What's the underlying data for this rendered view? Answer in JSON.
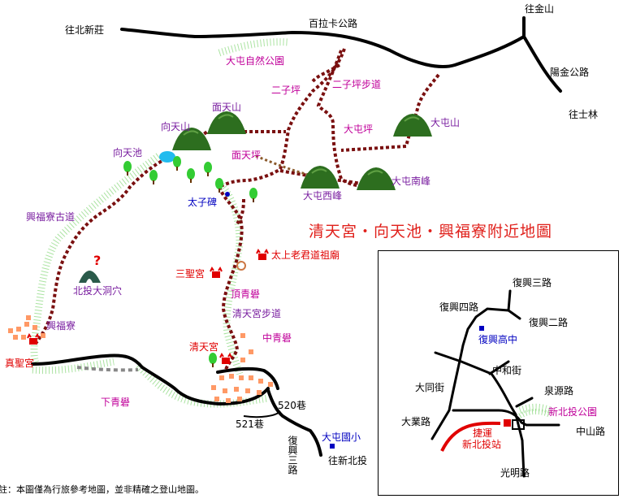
{
  "title": "清天宮・向天池・興福寮附近地圖",
  "note": "註：本圖僅為行旅參考地圖，並非精確之登山地圖。",
  "labels": {
    "to_beixinzhuang": "往北新莊",
    "bailaka": "百拉卡公路",
    "to_jinshan": "往金山",
    "yangjin": "陽金公路",
    "to_shilin": "往士林",
    "datun_park": "大屯自然公園",
    "erziping": "二子坪",
    "erziping_trail": "二子坪步道",
    "miantianshan": "面天山",
    "xiangtianshan": "向天山",
    "datunping": "大屯坪",
    "datunshan": "大屯山",
    "xiangtianchi": "向天池",
    "miantianping": "面天坪",
    "datun_south": "大屯南峰",
    "datun_west": "大屯西峰",
    "taizibei": "太子碑",
    "xingfuliao_trail": "興福寮古道",
    "taishang": "太上老君道祖廟",
    "sanshenggong": "三聖宮",
    "dinqingcuo": "頂青礐",
    "beitou_cave": "北投大洞穴",
    "qingtiangong_trail": "清天宮步道",
    "xingfuliao": "興福寮",
    "zhongqingcuo": "中青礐",
    "zhenshenggong": "真聖宮",
    "qingtiangong": "清天宮",
    "xiaqingcuo": "下青礐",
    "lane520": "520巷",
    "lane521": "521巷",
    "fuxing3": "復興三路",
    "datun_school": "大屯國小",
    "to_xinbeitou": "往新北投",
    "cave_q": "?"
  },
  "inset": {
    "fuxing3": "復興三路",
    "fuxing4": "復興四路",
    "fuxing2": "復興二路",
    "fuxing_high": "復興高中",
    "zhonghe": "中和街",
    "datong": "大同街",
    "quanyuan": "泉源路",
    "xinbeitou_park": "新北投公園",
    "daye": "大業路",
    "mrt": "捷運",
    "mrt_station": "新北投站",
    "zhongshan": "中山路",
    "guangming": "光明路"
  },
  "colors": {
    "trail": "#7a1010",
    "trail_brown": "#8b5a2b",
    "road": "#000000",
    "mountain": "#2d6e1f",
    "pond": "#22bbee",
    "tree": "#33cc33",
    "temple": "#e00000",
    "village": "#ff9966",
    "mrt_line": "#e00000"
  }
}
